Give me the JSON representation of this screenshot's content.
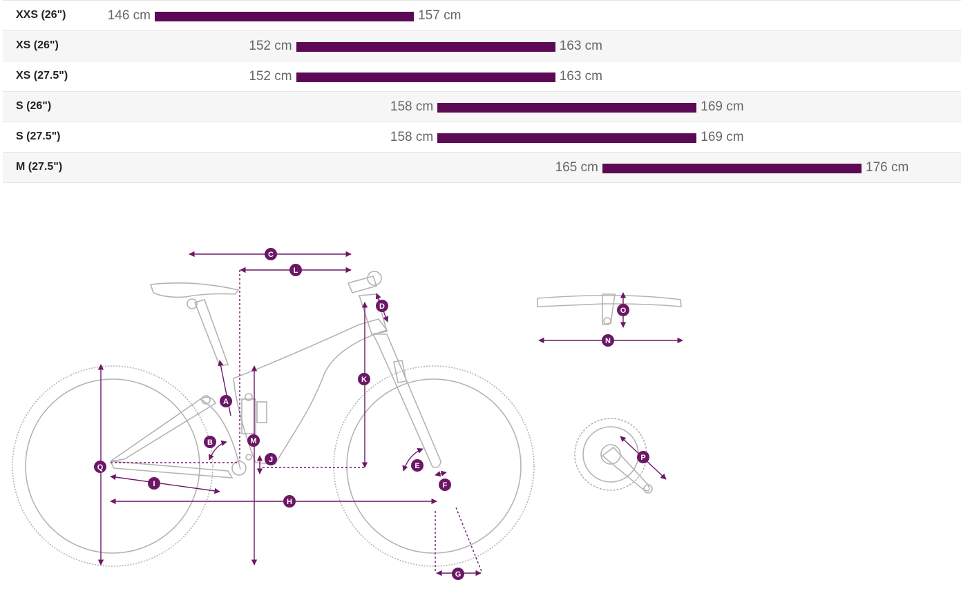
{
  "size_chart": {
    "rows": [
      {
        "label": "XXS (26\")",
        "min": 146,
        "max": 157,
        "min_text": "146 cm",
        "max_text": "157 cm"
      },
      {
        "label": "XS (26\")",
        "min": 152,
        "max": 163,
        "min_text": "152 cm",
        "max_text": "163 cm"
      },
      {
        "label": "XS (27.5\")",
        "min": 152,
        "max": 163,
        "min_text": "152 cm",
        "max_text": "163 cm"
      },
      {
        "label": "S (26\")",
        "min": 158,
        "max": 169,
        "min_text": "158 cm",
        "max_text": "169 cm"
      },
      {
        "label": "S (27.5\")",
        "min": 158,
        "max": 169,
        "min_text": "158 cm",
        "max_text": "169 cm"
      },
      {
        "label": "M (27.5\")",
        "min": 165,
        "max": 176,
        "min_text": "165 cm",
        "max_text": "176 cm"
      }
    ],
    "bar_color": "#5c0a55"
  },
  "geometry_diagram": {
    "accent_color": "#6b1766",
    "outline_color": "#b3b3b3",
    "markers": {
      "A": "A",
      "B": "B",
      "C": "C",
      "D": "D",
      "E": "E",
      "F": "F",
      "G": "G",
      "H": "H",
      "I": "I",
      "J": "J",
      "K": "K",
      "L": "L",
      "M": "M",
      "N": "N",
      "O": "O",
      "P": "P",
      "Q": "Q"
    }
  }
}
